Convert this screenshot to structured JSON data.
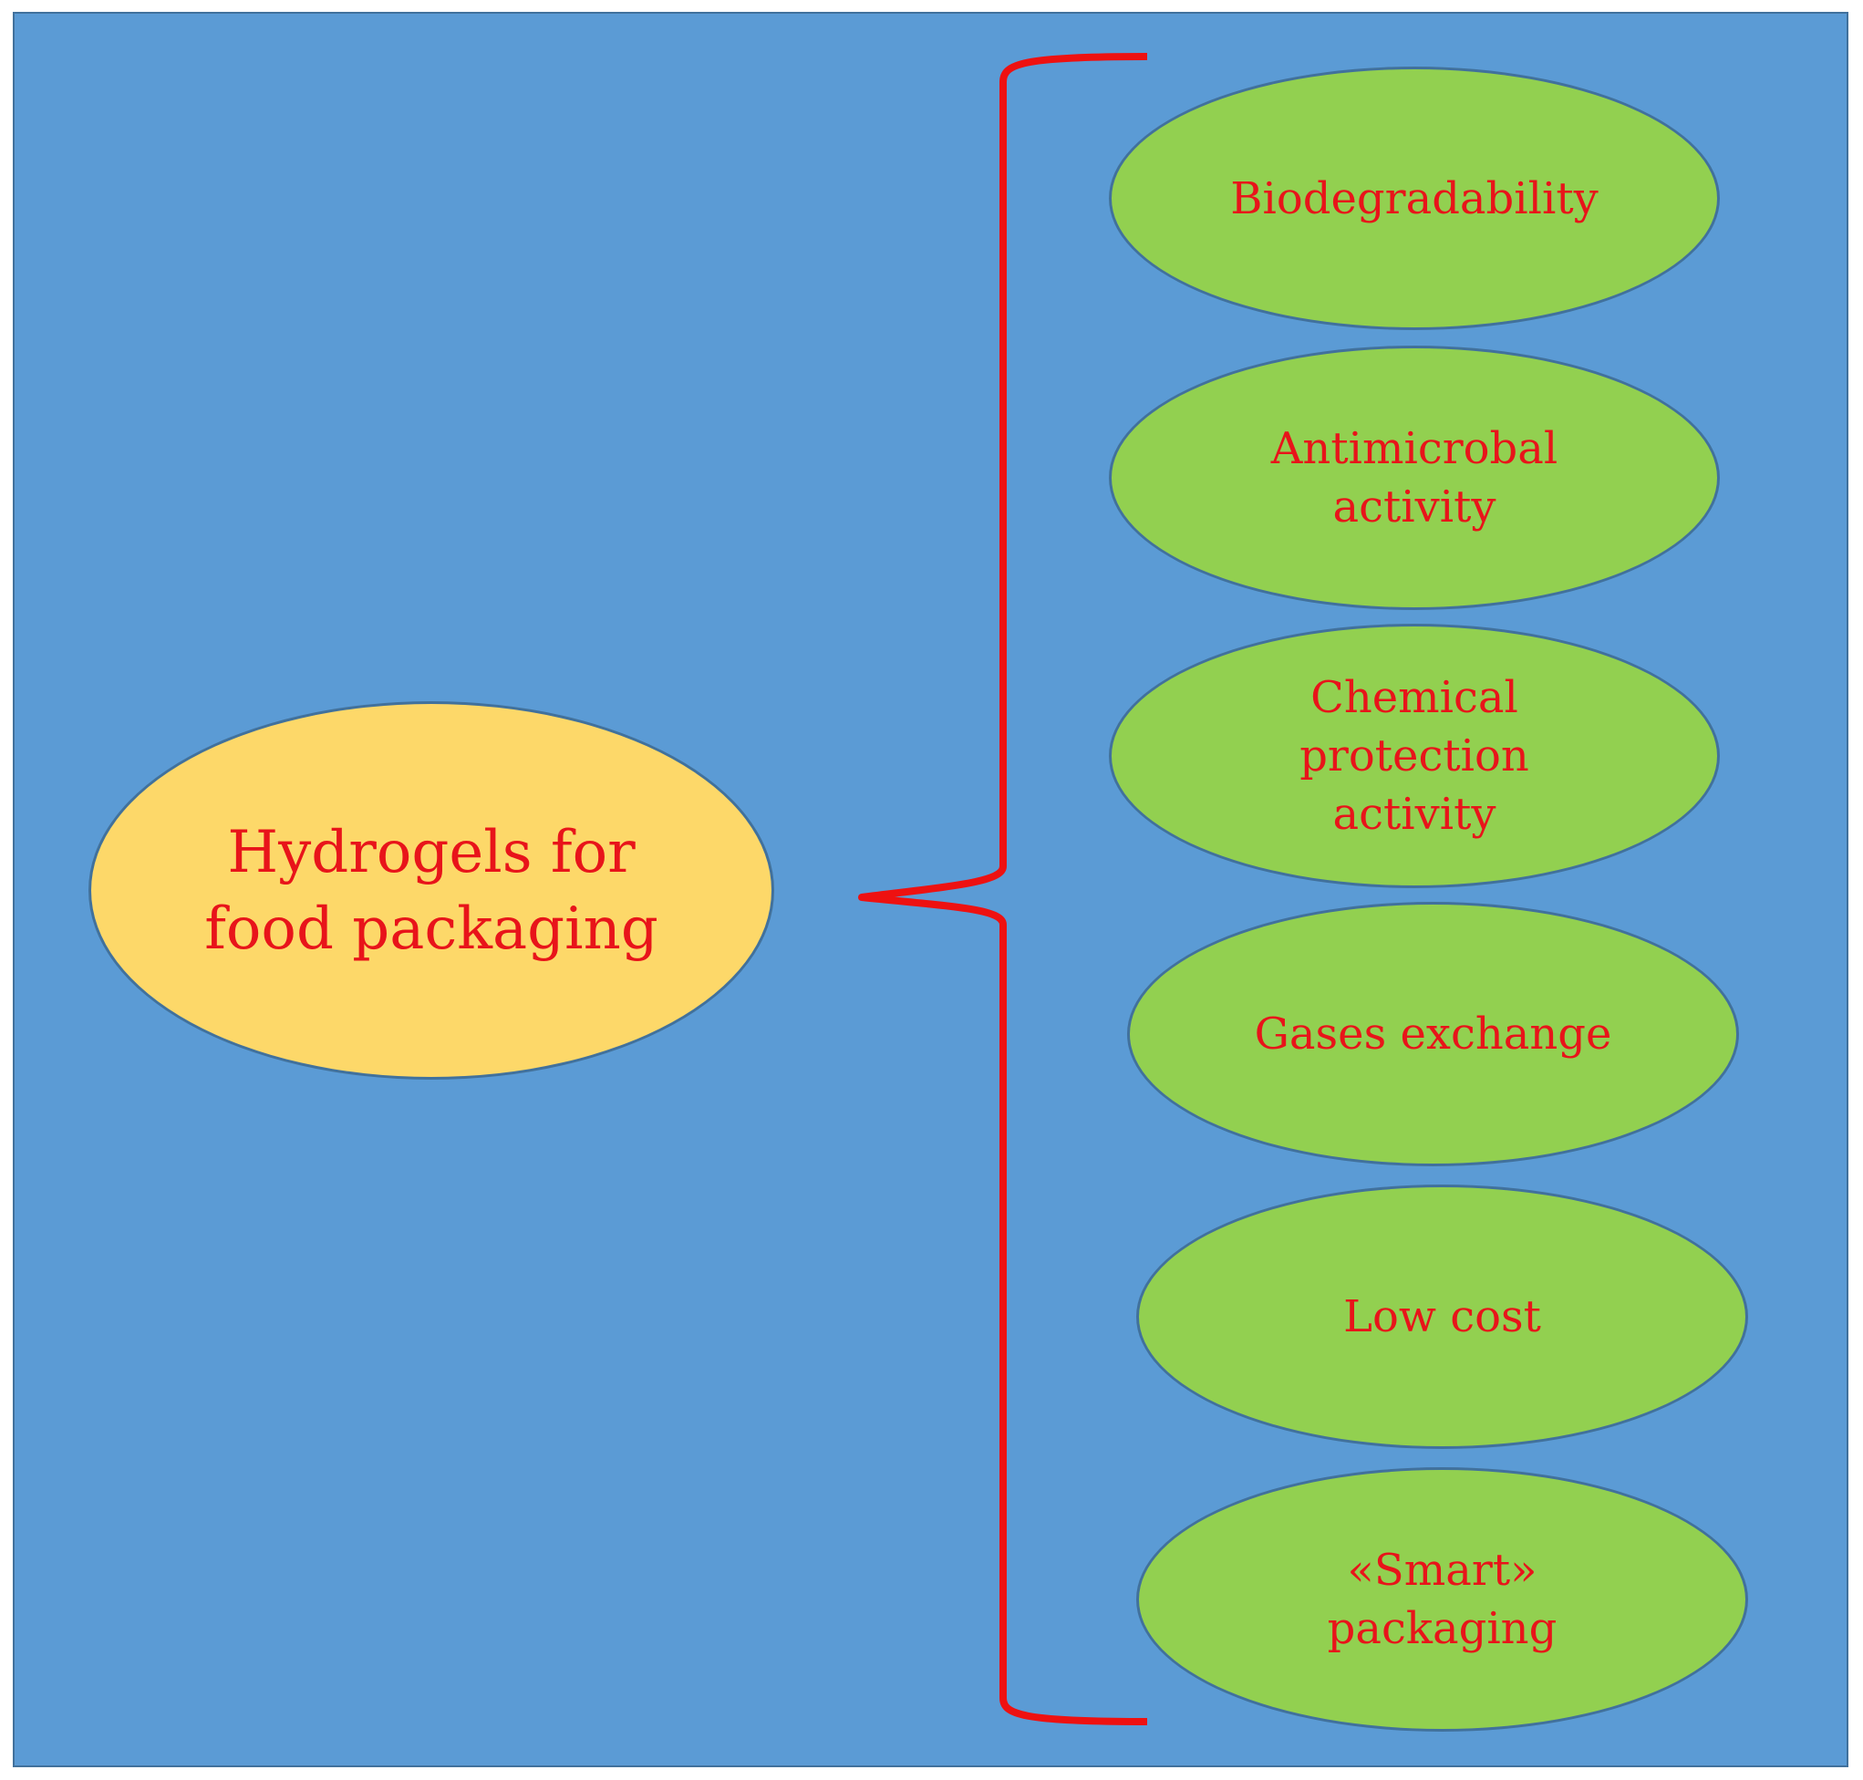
{
  "diagram": {
    "center": {
      "label": "Hydrogels  for food packaging"
    },
    "properties": [
      {
        "label": "Biodegradability"
      },
      {
        "label": "Antimicrobal activity"
      },
      {
        "label": "Chemical protection activity"
      },
      {
        "label": "Gases exchange"
      },
      {
        "label": "Low cost"
      },
      {
        "label": "«Smart» packaging"
      }
    ]
  },
  "colors": {
    "background": "#5b9bd5",
    "outline": "#41719c",
    "center_fill": "#fdd869",
    "property_fill": "#92d050",
    "text": "#e8141a",
    "brace": "#ee1111"
  }
}
